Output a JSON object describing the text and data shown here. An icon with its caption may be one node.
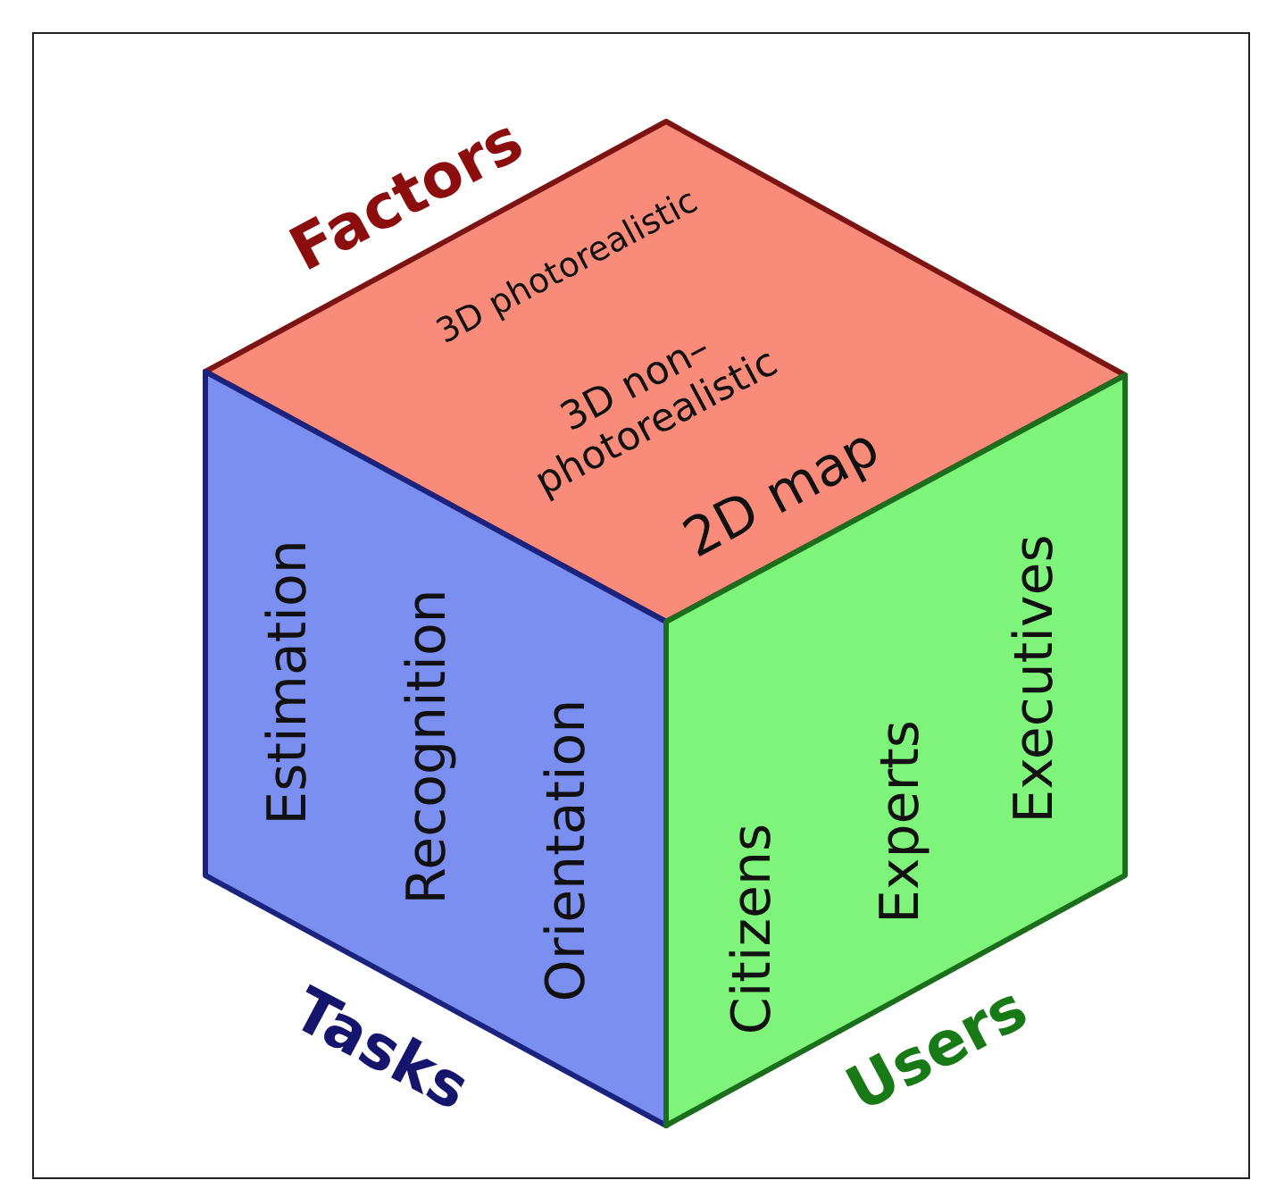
{
  "diagram": {
    "nodes": [
      {
        "text": [
          "Factors",
          "3D photorealistic",
          "3D non– photorealistic",
          "2D map"
        ]
      },
      {
        "text": [
          "Tasks",
          "Estimation",
          "Recognition",
          "Orientation"
        ]
      },
      {
        "text": [
          "Users",
          "Citizens",
          "Experts",
          "Executives"
        ]
      }
    ]
  }
}
